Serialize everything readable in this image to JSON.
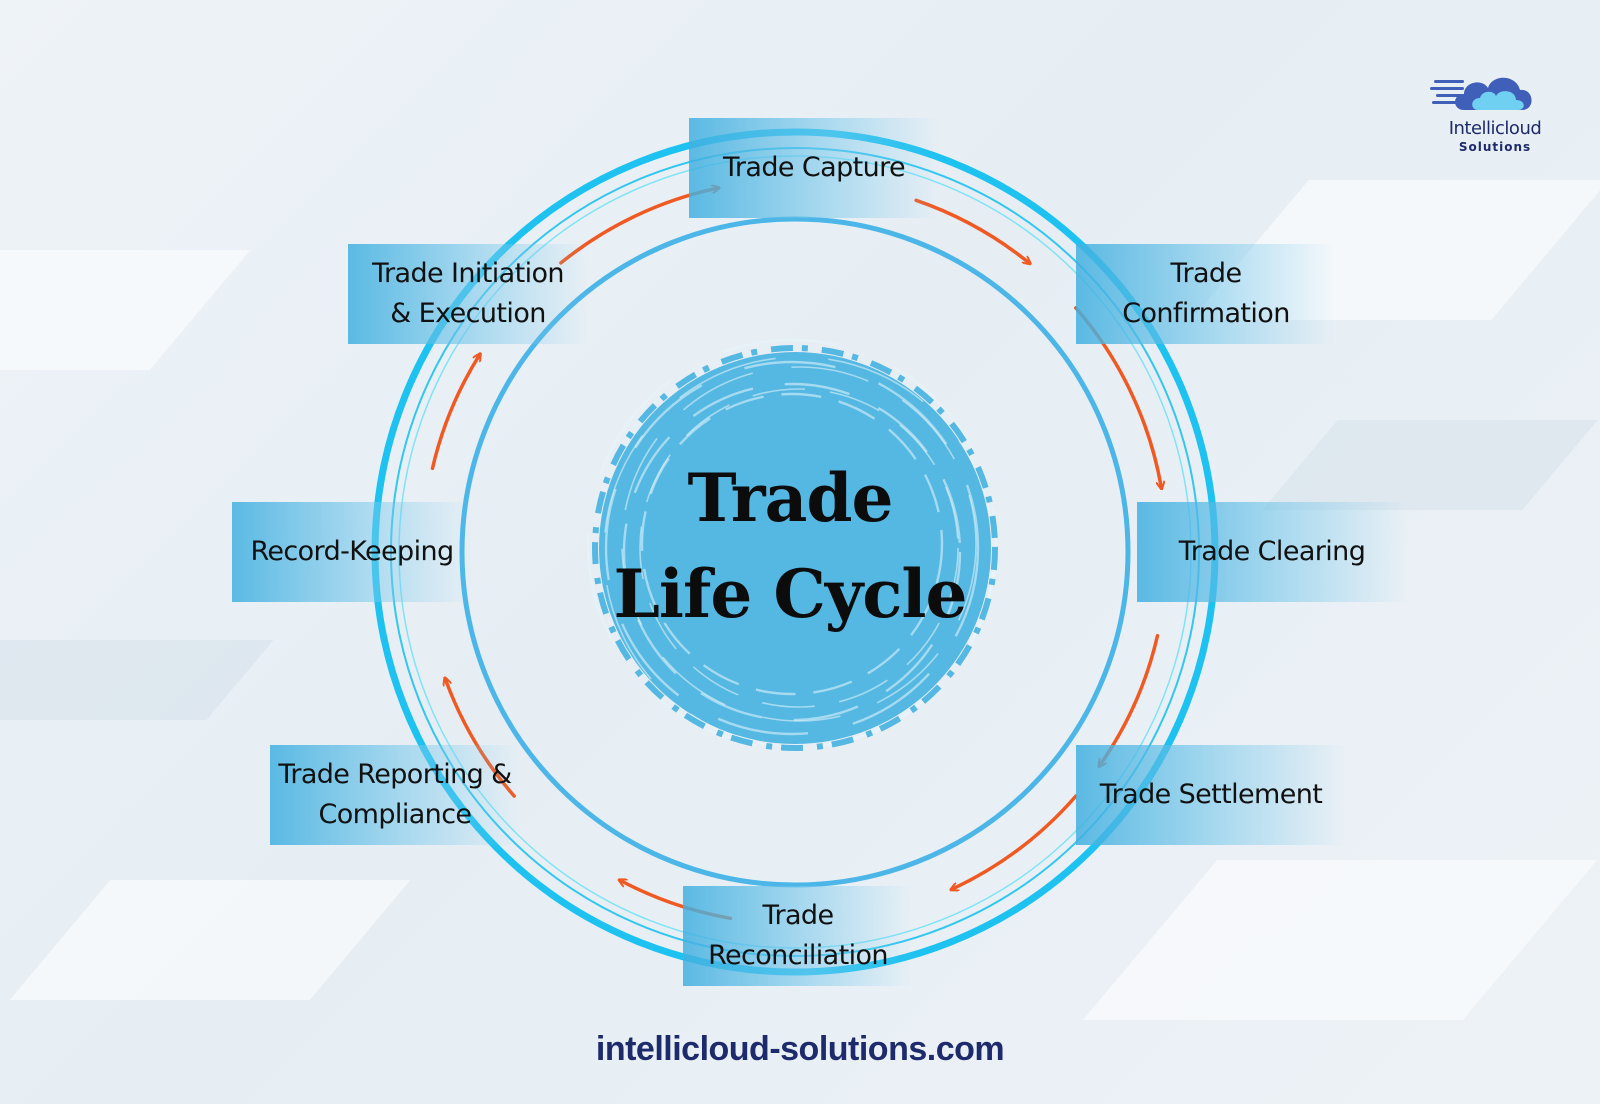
{
  "center": {
    "line1": "Trade",
    "line2": "Life Cycle"
  },
  "stages": [
    "Trade Capture",
    "Trade\nConfirmation",
    "Trade Clearing",
    "Trade Settlement",
    "Trade\nReconciliation",
    "Trade Reporting &\nCompliance",
    "Record-Keeping",
    "Trade Initiation\n& Execution"
  ],
  "logo": {
    "name": "Intellicloud",
    "sub": "Solutions",
    "icon": "cloud-icon"
  },
  "footer": {
    "website": "intellicloud-solutions.com"
  },
  "colors": {
    "ring": "#1ec2f0",
    "ring_inner": "#4db6e8",
    "arrow": "#f05a22",
    "center_fill": "#55b8e2",
    "text_dark": "#1d2a6b"
  }
}
